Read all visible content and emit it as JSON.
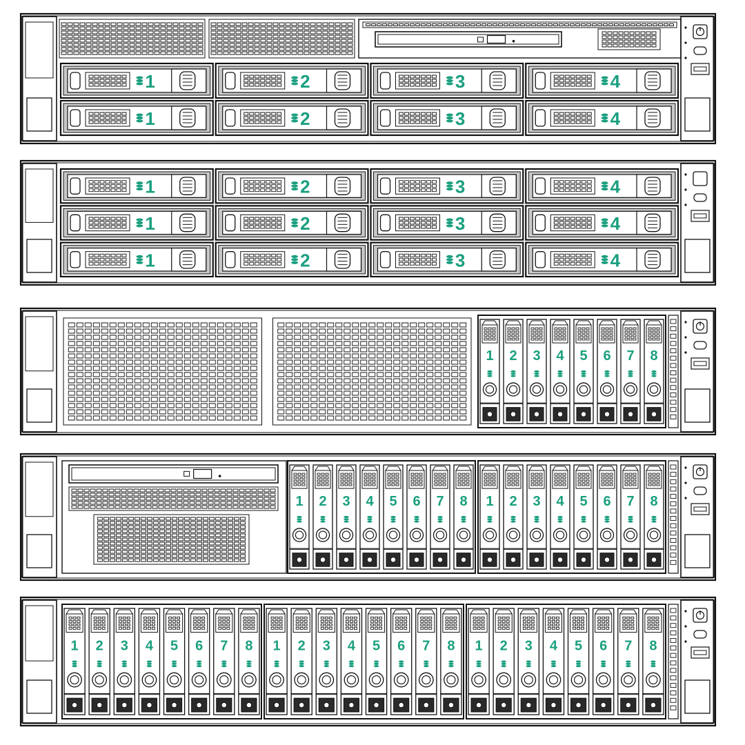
{
  "accent_color": "#1a9f7f",
  "line_color": "#111111",
  "icons": {
    "drive": "drive-stack-icon",
    "power": "power-button-icon",
    "usb": "usb-port-icon"
  },
  "chassis": [
    {
      "name": "lff-8-bay-optical",
      "lff_rows": 2,
      "lff_labels": [
        "1",
        "2",
        "3",
        "4"
      ],
      "top_panel": [
        "vent",
        "vent",
        "optical-drive"
      ]
    },
    {
      "name": "lff-12-bay",
      "lff_rows": 3,
      "lff_labels": [
        "1",
        "2",
        "3",
        "4"
      ]
    },
    {
      "name": "sff-8-bay",
      "left_panel": [
        "vent",
        "vent"
      ],
      "sff_cages": [
        [
          "1",
          "2",
          "3",
          "4",
          "5",
          "6",
          "7",
          "8"
        ]
      ]
    },
    {
      "name": "sff-16-bay-optical",
      "left_panel": [
        "optical-vent"
      ],
      "sff_cages": [
        [
          "1",
          "2",
          "3",
          "4",
          "5",
          "6",
          "7",
          "8"
        ],
        [
          "1",
          "2",
          "3",
          "4",
          "5",
          "6",
          "7",
          "8"
        ]
      ]
    },
    {
      "name": "sff-24-bay",
      "sff_cages": [
        [
          "1",
          "2",
          "3",
          "4",
          "5",
          "6",
          "7",
          "8"
        ],
        [
          "1",
          "2",
          "3",
          "4",
          "5",
          "6",
          "7",
          "8"
        ],
        [
          "1",
          "2",
          "3",
          "4",
          "5",
          "6",
          "7",
          "8"
        ]
      ]
    }
  ]
}
